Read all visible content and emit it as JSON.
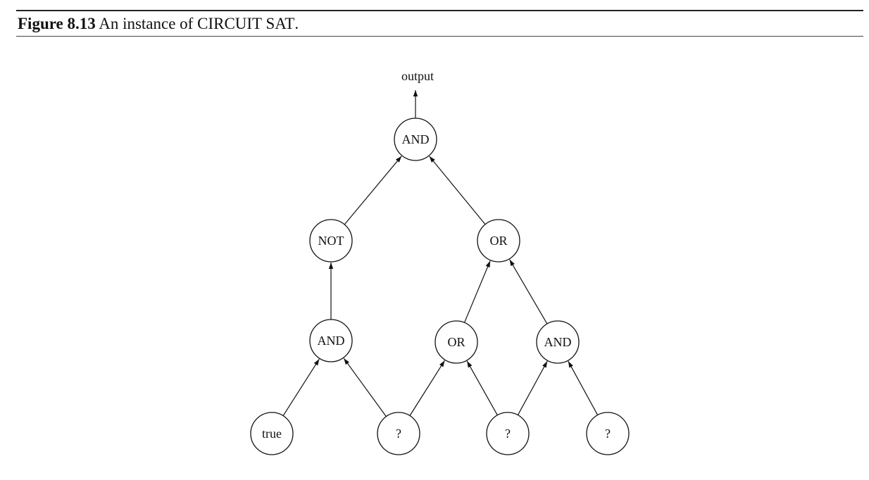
{
  "figure": {
    "label": "Figure 8.13",
    "caption_pre": "An instance of",
    "caption_term": "CIRCUIT SAT",
    "caption_post": "."
  },
  "diagram": {
    "output_label": "output",
    "nodes": [
      {
        "id": "and-root",
        "label": "AND"
      },
      {
        "id": "not",
        "label": "NOT"
      },
      {
        "id": "or-top",
        "label": "OR"
      },
      {
        "id": "and-left",
        "label": "AND"
      },
      {
        "id": "or-mid",
        "label": "OR"
      },
      {
        "id": "and-right",
        "label": "AND"
      },
      {
        "id": "input-true",
        "label": "true"
      },
      {
        "id": "input-1",
        "label": "?"
      },
      {
        "id": "input-2",
        "label": "?"
      },
      {
        "id": "input-3",
        "label": "?"
      }
    ],
    "edges": [
      {
        "from": "not",
        "to": "and-root"
      },
      {
        "from": "or-top",
        "to": "and-root"
      },
      {
        "from": "and-left",
        "to": "not"
      },
      {
        "from": "or-mid",
        "to": "or-top"
      },
      {
        "from": "and-right",
        "to": "or-top"
      },
      {
        "from": "input-true",
        "to": "and-left"
      },
      {
        "from": "input-1",
        "to": "and-left"
      },
      {
        "from": "input-1",
        "to": "or-mid"
      },
      {
        "from": "input-2",
        "to": "or-mid"
      },
      {
        "from": "input-2",
        "to": "and-right"
      },
      {
        "from": "input-3",
        "to": "and-right"
      }
    ]
  }
}
